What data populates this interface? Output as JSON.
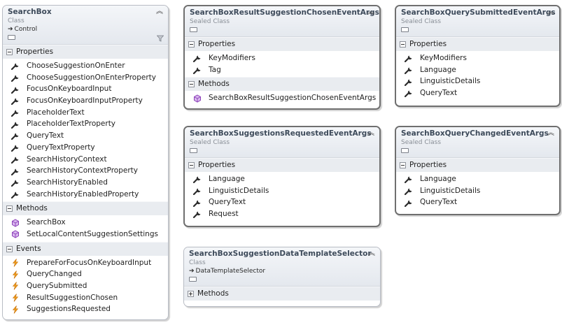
{
  "colors": {
    "property_icon": "#2b2b2b",
    "method_icon": "#8b3fb8",
    "event_icon": "#e08a10",
    "title": "#3d4a5a"
  },
  "boxes": {
    "searchbox": {
      "title": "SearchBox",
      "kind": "Class",
      "base": "Control",
      "sections": {
        "properties": {
          "label": "Properties",
          "items": [
            "ChooseSuggestionOnEnter",
            "ChooseSuggestionOnEnterProperty",
            "FocusOnKeyboardInput",
            "FocusOnKeyboardInputProperty",
            "PlaceholderText",
            "PlaceholderTextProperty",
            "QueryText",
            "QueryTextProperty",
            "SearchHistoryContext",
            "SearchHistoryContextProperty",
            "SearchHistoryEnabled",
            "SearchHistoryEnabledProperty"
          ]
        },
        "methods": {
          "label": "Methods",
          "items": [
            "SearchBox",
            "SetLocalContentSuggestionSettings"
          ]
        },
        "events": {
          "label": "Events",
          "items": [
            "PrepareForFocusOnKeyboardInput",
            "QueryChanged",
            "QuerySubmitted",
            "ResultSuggestionChosen",
            "SuggestionsRequested"
          ]
        }
      }
    },
    "result_chosen": {
      "title": "SearchBoxResultSuggestionChosenEventArgs",
      "kind": "Sealed Class",
      "sections": {
        "properties": {
          "label": "Properties",
          "items": [
            "KeyModifiers",
            "Tag"
          ]
        },
        "methods": {
          "label": "Methods",
          "items": [
            "SearchBoxResultSuggestionChosenEventArgs"
          ]
        }
      }
    },
    "query_submitted": {
      "title": "SearchBoxQuerySubmittedEventArgs",
      "kind": "Sealed Class",
      "sections": {
        "properties": {
          "label": "Properties",
          "items": [
            "KeyModifiers",
            "Language",
            "LinguisticDetails",
            "QueryText"
          ]
        }
      }
    },
    "suggestions_requested": {
      "title": "SearchBoxSuggestionsRequestedEventArgs",
      "kind": "Sealed Class",
      "sections": {
        "properties": {
          "label": "Properties",
          "items": [
            "Language",
            "LinguisticDetails",
            "QueryText",
            "Request"
          ]
        }
      }
    },
    "query_changed": {
      "title": "SearchBoxQueryChangedEventArgs",
      "kind": "Sealed Class",
      "sections": {
        "properties": {
          "label": "Properties",
          "items": [
            "Language",
            "LinguisticDetails",
            "QueryText"
          ]
        }
      }
    },
    "template_selector": {
      "title": "SearchBoxSuggestionDataTemplateSelector",
      "kind": "Class",
      "base": "DataTemplateSelector",
      "sections": {
        "methods": {
          "label": "Methods"
        }
      }
    }
  }
}
